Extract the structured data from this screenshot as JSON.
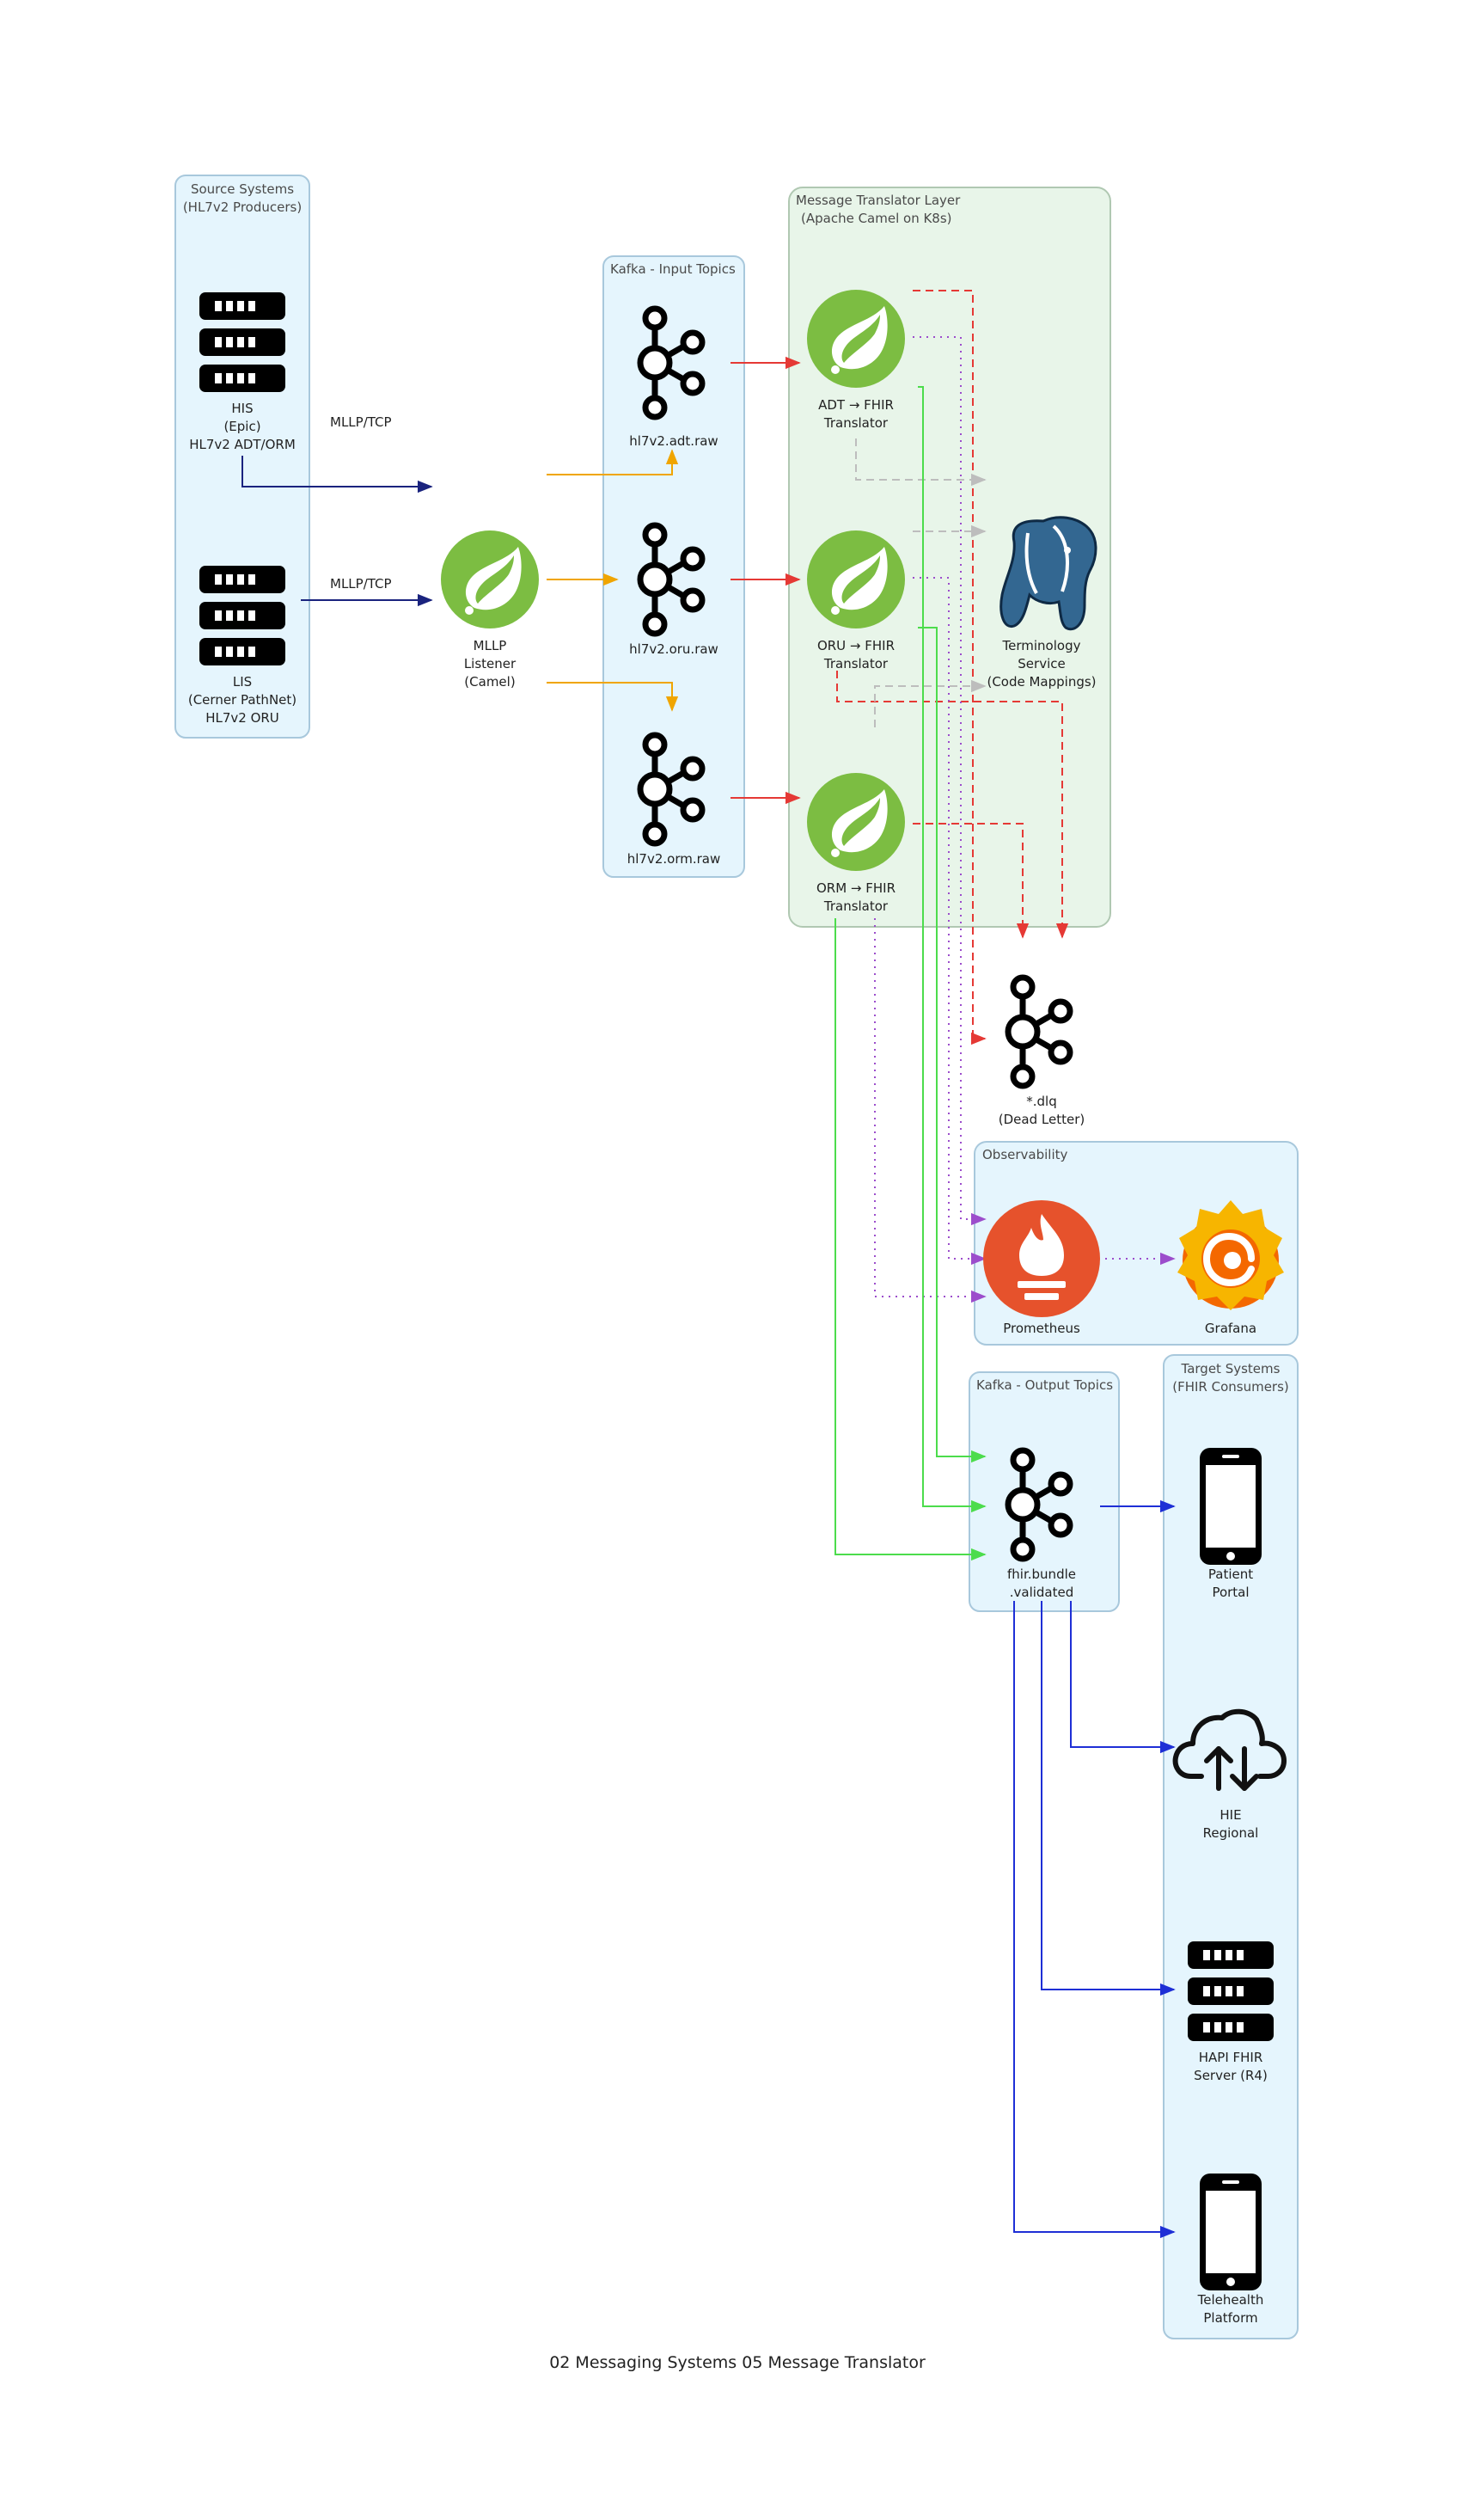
{
  "caption": "02 Messaging Systems 05 Message Translator",
  "colors": {
    "cluster_blue_fill": "#e5f5fd",
    "cluster_blue_stroke": "#a8c8dc",
    "cluster_green_fill": "#e8f5e9",
    "cluster_green_stroke": "#b0c8b2",
    "edge_navy": "#1a237e",
    "edge_orange": "#f0a500",
    "edge_red": "#e53935",
    "edge_gray": "#bdbdbd",
    "edge_purple": "#9c4dcc",
    "edge_green": "#4cdc4c",
    "edge_blue": "#1e2fd6",
    "spring_green": "#7cbd42",
    "postgres_blue": "#336791",
    "prometheus_orange": "#e6522c",
    "grafana_orange": "#f46800"
  },
  "clusters": {
    "source": {
      "line1": "Source Systems",
      "line2": "(HL7v2 Producers)"
    },
    "kafka_input": {
      "line1": "Kafka - Input Topics"
    },
    "translator": {
      "line1": "Message Translator Layer",
      "line2": "(Apache Camel on K8s)"
    },
    "observability": {
      "line1": "Observability"
    },
    "kafka_output": {
      "line1": "Kafka - Output Topics"
    },
    "target": {
      "line1": "Target Systems",
      "line2": "(FHIR Consumers)"
    }
  },
  "nodes": {
    "his": {
      "icon": "server-icon",
      "l1": "HIS",
      "l2": "(Epic)",
      "l3": "HL7v2 ADT/ORM"
    },
    "lis": {
      "icon": "server-icon",
      "l1": "LIS",
      "l2": "(Cerner PathNet)",
      "l3": "HL7v2 ORU"
    },
    "mllp": {
      "icon": "spring-icon",
      "l1": "MLLP",
      "l2": "Listener",
      "l3": "(Camel)"
    },
    "adt_raw": {
      "icon": "kafka-icon",
      "l1": "hl7v2.adt.raw"
    },
    "oru_raw": {
      "icon": "kafka-icon",
      "l1": "hl7v2.oru.raw"
    },
    "orm_raw": {
      "icon": "kafka-icon",
      "l1": "hl7v2.orm.raw"
    },
    "adt_tr": {
      "icon": "spring-icon",
      "l1": "ADT → FHIR",
      "l2": "Translator"
    },
    "oru_tr": {
      "icon": "spring-icon",
      "l1": "ORU → FHIR",
      "l2": "Translator"
    },
    "orm_tr": {
      "icon": "spring-icon",
      "l1": "ORM → FHIR",
      "l2": "Translator"
    },
    "terminology": {
      "icon": "postgresql-icon",
      "l1": "Terminology",
      "l2": "Service",
      "l3": "(Code Mappings)"
    },
    "dlq": {
      "icon": "kafka-icon",
      "l1": "*.dlq",
      "l2": "(Dead Letter)"
    },
    "prometheus": {
      "icon": "prometheus-icon",
      "l1": "Prometheus"
    },
    "grafana": {
      "icon": "grafana-icon",
      "l1": "Grafana"
    },
    "fhir_bundle": {
      "icon": "kafka-icon",
      "l1": "fhir.bundle",
      "l2": ".validated"
    },
    "patient_portal": {
      "icon": "mobile-phone-icon",
      "l1": "Patient",
      "l2": "Portal"
    },
    "hie": {
      "icon": "cloud-sync-icon",
      "l1": "HIE",
      "l2": "Regional"
    },
    "hapi": {
      "icon": "server-icon",
      "l1": "HAPI FHIR",
      "l2": "Server (R4)"
    },
    "telehealth": {
      "icon": "mobile-phone-icon",
      "l1": "Telehealth",
      "l2": "Platform"
    }
  },
  "edge_labels": {
    "his_mllp": "MLLP/TCP",
    "lis_mllp": "MLLP/TCP"
  }
}
